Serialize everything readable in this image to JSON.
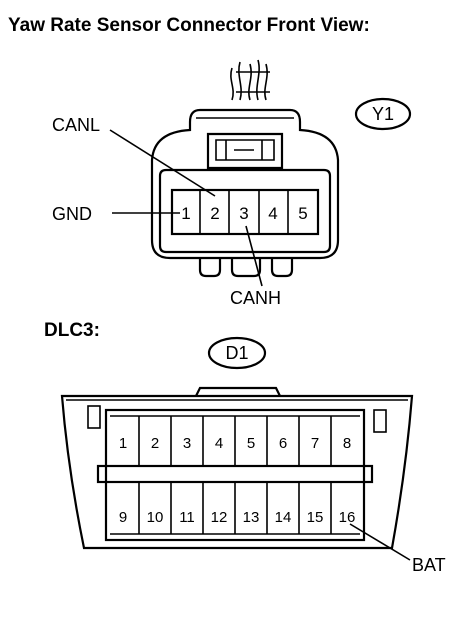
{
  "yaw_section": {
    "title": "Yaw Rate Sensor Connector Front View:",
    "connector_id": "Y1",
    "pins": [
      "1",
      "2",
      "3",
      "4",
      "5"
    ],
    "callouts": {
      "canl": "CANL",
      "gnd": "GND",
      "canh": "CANH"
    }
  },
  "dlc_section": {
    "title": "DLC3:",
    "connector_id": "D1",
    "top_pins": [
      "1",
      "2",
      "3",
      "4",
      "5",
      "6",
      "7",
      "8"
    ],
    "bottom_pins": [
      "9",
      "10",
      "11",
      "12",
      "13",
      "14",
      "15",
      "16"
    ],
    "callouts": {
      "bat": "BAT"
    }
  }
}
